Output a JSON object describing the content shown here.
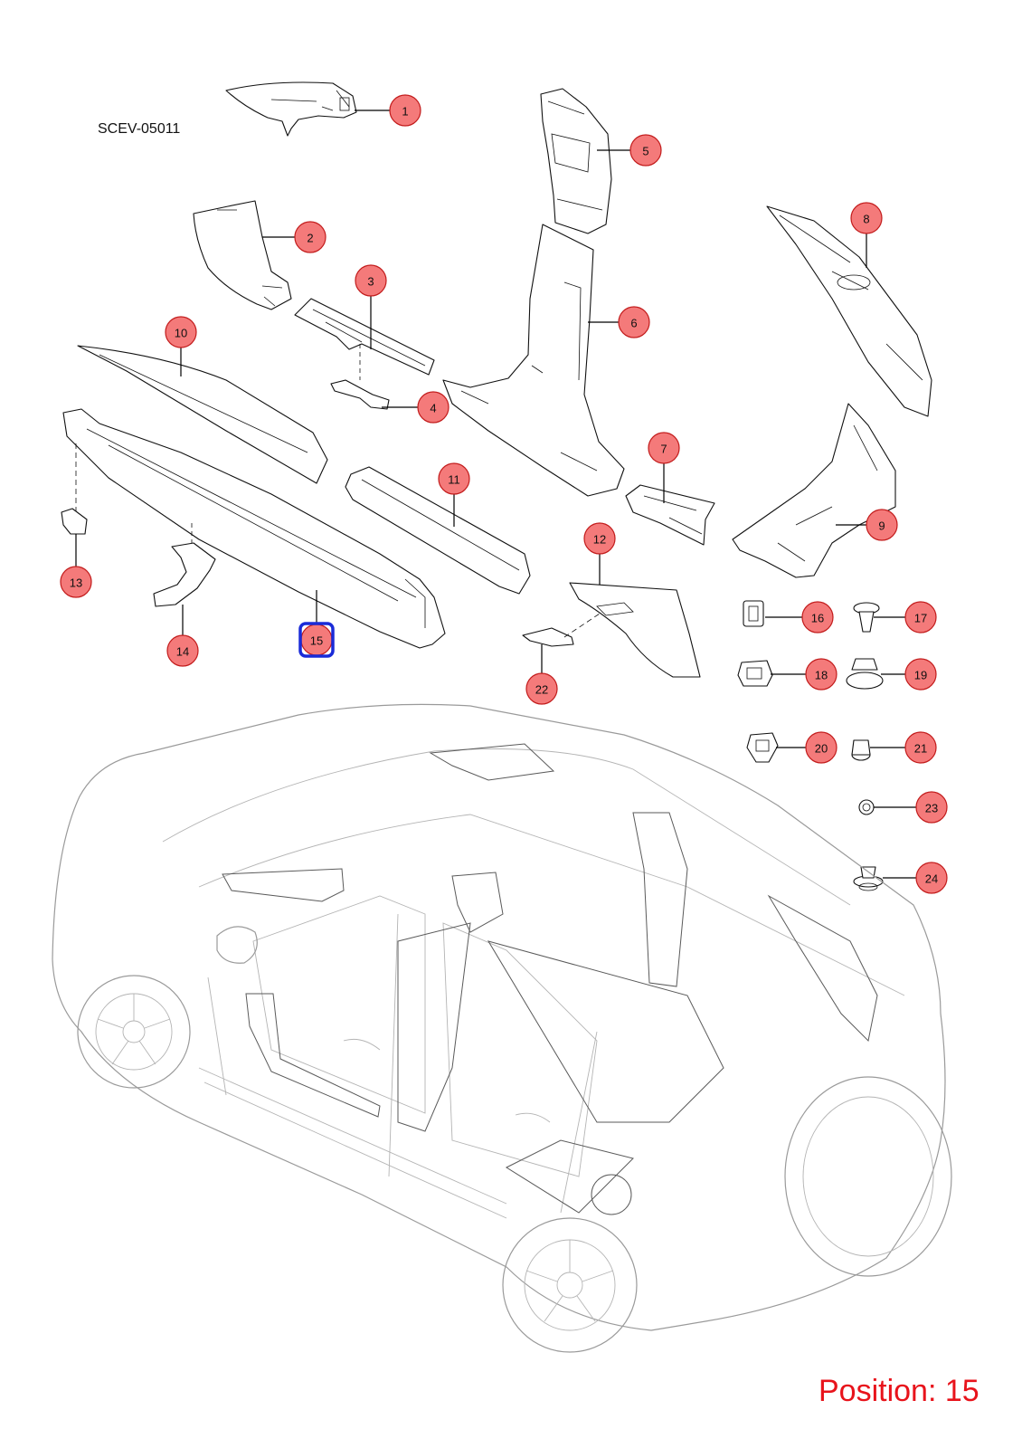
{
  "diagram_code": "SCEV-05011",
  "position_label": "Position: 15",
  "selected_callout": "15",
  "colors": {
    "callout_fill": "#f47a7a",
    "callout_stroke": "#c21b1b",
    "selected_outline": "#1a2bd8",
    "position_text": "#e8131b"
  },
  "callouts": [
    {
      "label": "1"
    },
    {
      "label": "2"
    },
    {
      "label": "3"
    },
    {
      "label": "4"
    },
    {
      "label": "5"
    },
    {
      "label": "6"
    },
    {
      "label": "7"
    },
    {
      "label": "8"
    },
    {
      "label": "9"
    },
    {
      "label": "10"
    },
    {
      "label": "11"
    },
    {
      "label": "12"
    },
    {
      "label": "13"
    },
    {
      "label": "14"
    },
    {
      "label": "15"
    },
    {
      "label": "16"
    },
    {
      "label": "17"
    },
    {
      "label": "18"
    },
    {
      "label": "19"
    },
    {
      "label": "20"
    },
    {
      "label": "21"
    },
    {
      "label": "22"
    },
    {
      "label": "23"
    },
    {
      "label": "24"
    }
  ]
}
